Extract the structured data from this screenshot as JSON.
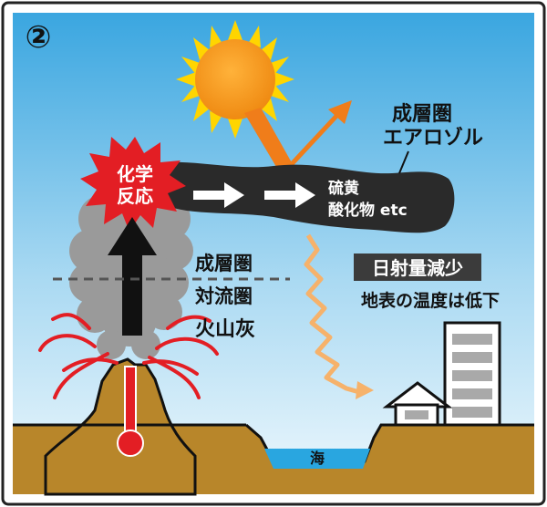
{
  "panel_number": "②",
  "labels": {
    "chemical_reaction": [
      "化学",
      "反応"
    ],
    "stratosphere_aerosol": [
      "成層圏",
      "エアロゾル"
    ],
    "sulfur_oxides": [
      "硫黄",
      "酸化物 etc"
    ],
    "stratosphere": "成層圏",
    "troposphere": "対流圏",
    "volcanic_ash": "火山灰",
    "sunlight_decrease": "日射量減少",
    "surface_temp_decrease": "地表の温度は低下",
    "sea": "海"
  },
  "colors": {
    "sky_top": "#3aa6e0",
    "sky_bottom": "#e8f5fc",
    "ground": "#b8862a",
    "plume": "#2a2a2a",
    "ash": "#9a9a9a",
    "sun": "#f39a1e",
    "sun_rays": "#ffd500",
    "burst": "#e31e24",
    "arrow_orange": "#f07d1a",
    "wave": "#f6b26b",
    "sea": "#29a6e0",
    "label_box": "#3b3b3b"
  }
}
